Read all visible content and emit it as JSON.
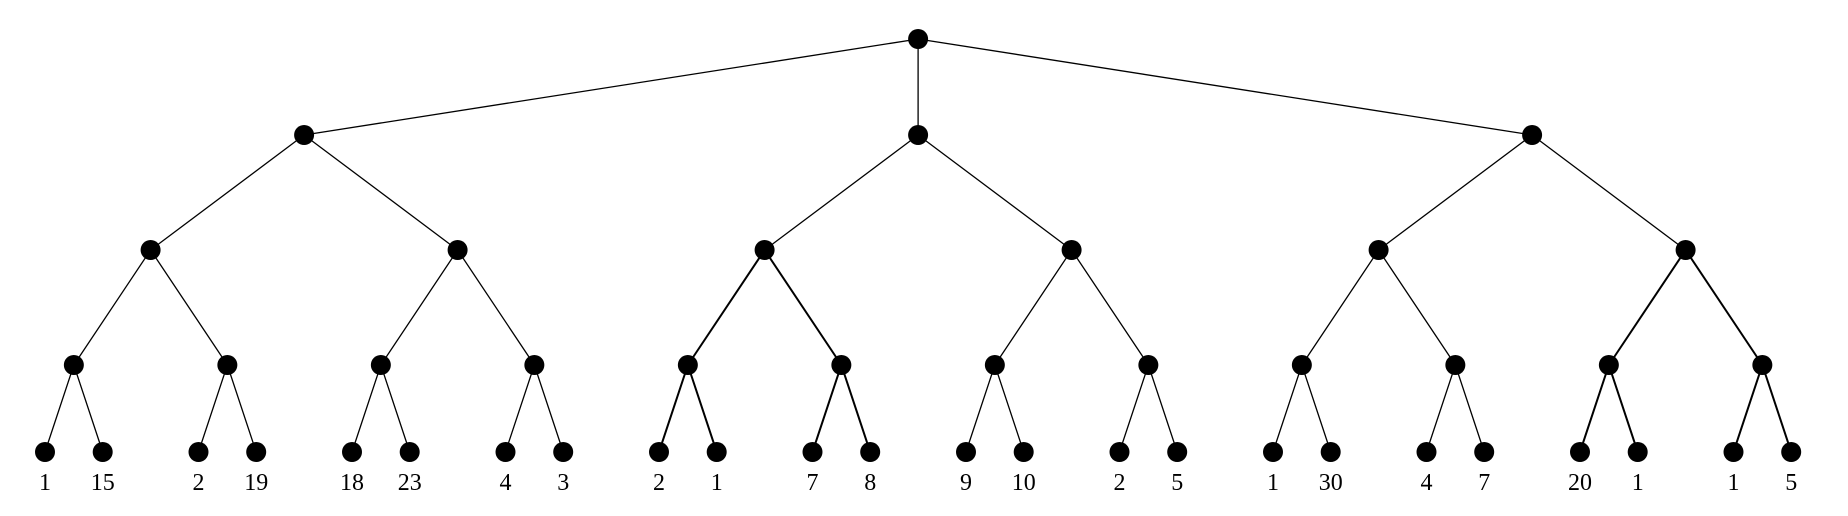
{
  "tree": {
    "branching": [
      3,
      2,
      2,
      2
    ],
    "leaf_values": [
      1,
      15,
      2,
      19,
      18,
      23,
      4,
      3,
      2,
      1,
      7,
      8,
      9,
      10,
      2,
      5,
      1,
      30,
      4,
      7,
      20,
      1,
      1,
      5
    ]
  },
  "colors": {
    "edge": "#000000",
    "node": "#000000",
    "background": "#ffffff"
  }
}
